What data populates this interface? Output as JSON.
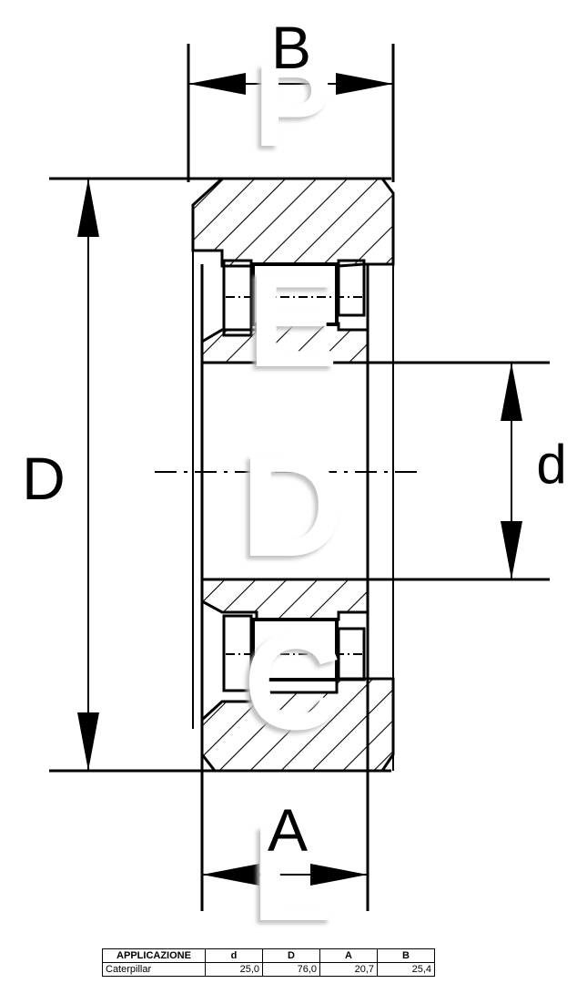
{
  "drawing": {
    "labels": {
      "B": "B",
      "D": "D",
      "d": "d",
      "A": "A"
    },
    "watermark_letters": [
      "P",
      "E",
      "D",
      "C",
      "L"
    ]
  },
  "table": {
    "headers": [
      "APPLICAZIONE",
      "d",
      "D",
      "A",
      "B"
    ],
    "rows": [
      [
        "Caterpillar",
        "25,0",
        "76,0",
        "20,7",
        "25,4"
      ]
    ]
  }
}
